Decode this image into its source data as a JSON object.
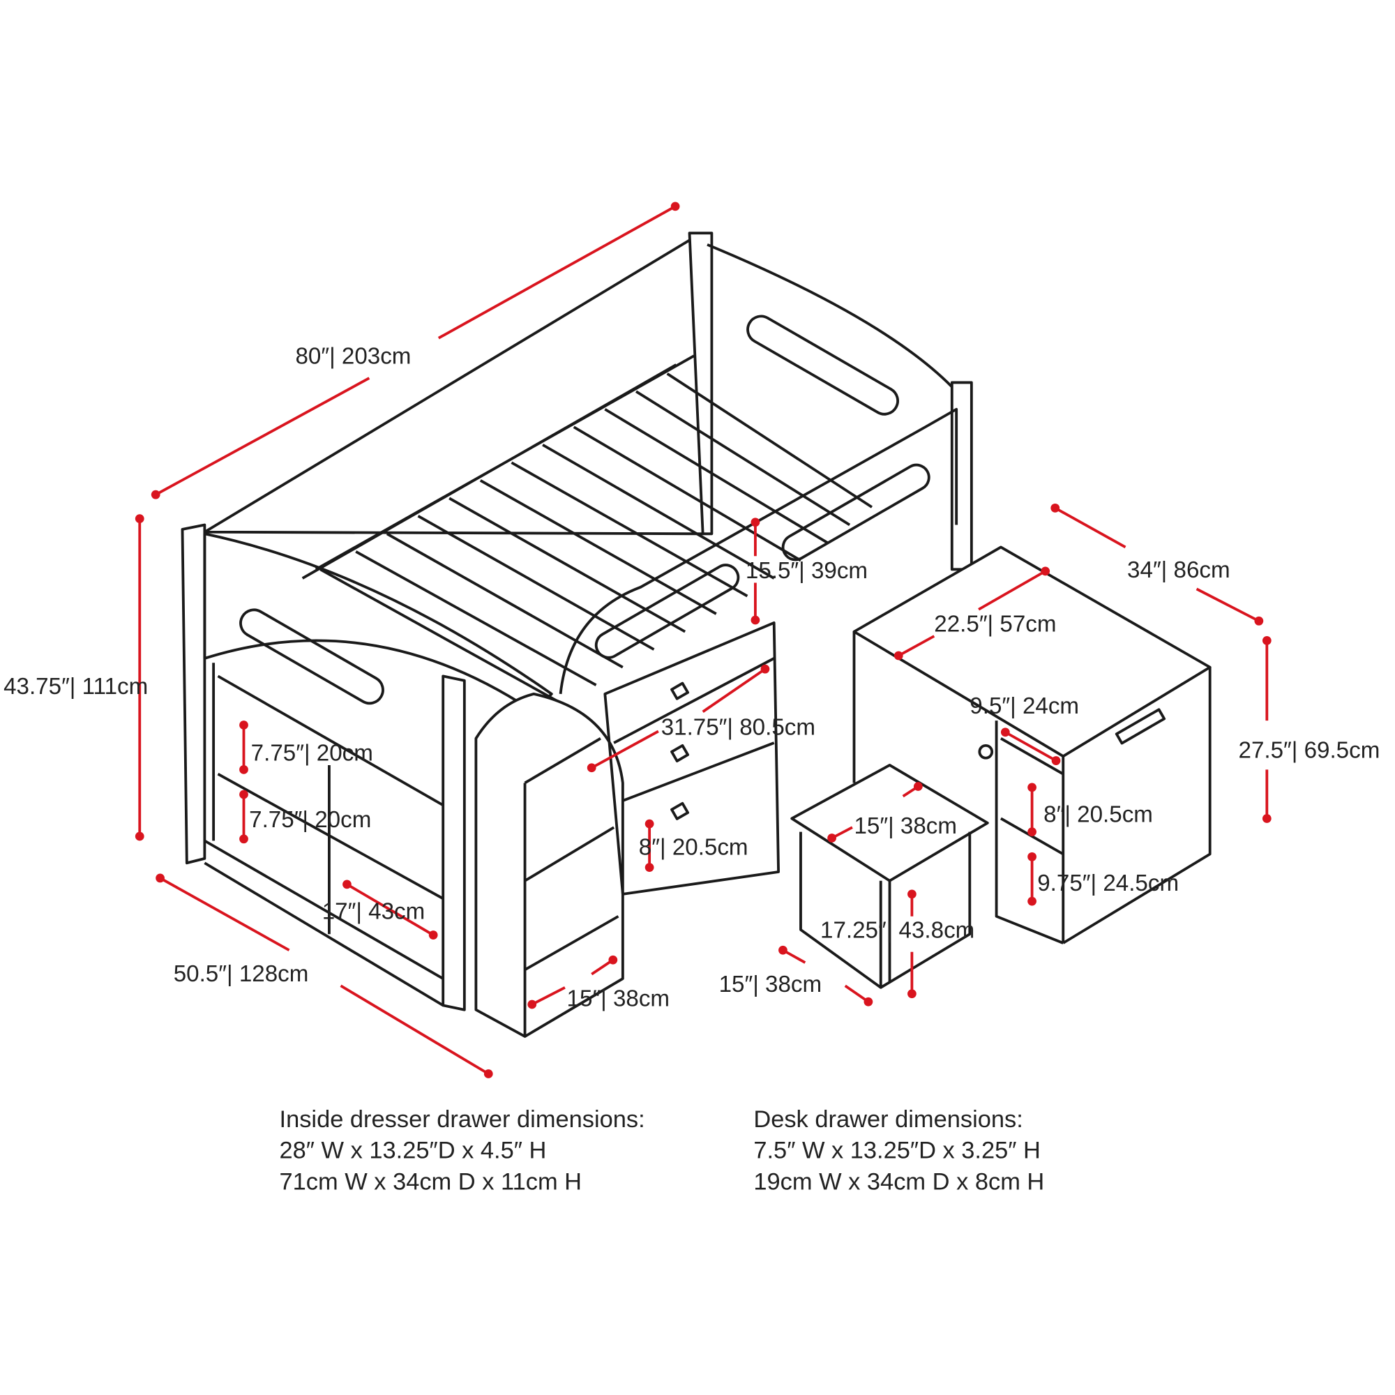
{
  "colors": {
    "dimension_line": "#d9141e",
    "outline": "#1a1a1a"
  },
  "dimensions": {
    "bed_length": "80″| 203cm",
    "bed_height": "43.75″| 111cm",
    "bed_width": "50.5″| 128cm",
    "shelf_upper": "7.75″| 20cm",
    "shelf_lower": "7.75″| 20cm",
    "shelf_depth": "17″| 43cm",
    "ladder_width": "15″| 38cm",
    "under_bed_clearance": "15.5″| 39cm",
    "dresser_width": "31.75″| 80.5cm",
    "dresser_drawer_height": "8″| 20.5cm",
    "desk_length": "34″| 86cm",
    "desk_depth": "22.5″| 57cm",
    "desk_height": "27.5″| 69.5cm",
    "desk_drawer_width": "9.5″| 24cm",
    "desk_drawer_height": "8″| 20.5cm",
    "desk_shelf_height": "9.75″| 24.5cm",
    "stool_top": "15″| 38cm",
    "stool_height": "17.25″| 43.8cm",
    "stool_base": "15″| 38cm"
  },
  "notes": {
    "dresser": {
      "title": "Inside dresser drawer dimensions:",
      "imperial": "28″ W x  13.25″D x 4.5″  H",
      "metric": "71cm W x  34cm D x 11cm H"
    },
    "desk": {
      "title": "Desk drawer dimensions:",
      "imperial": "7.5″ W x  13.25″D x 3.25″  H",
      "metric": "19cm W x  34cm D x 8cm H"
    }
  }
}
